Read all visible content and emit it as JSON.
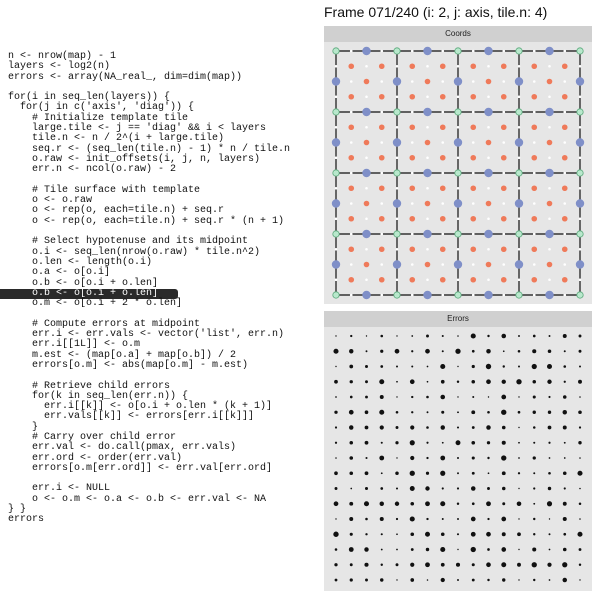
{
  "frame_title": "Frame 071/240 (i: 2, j: axis, tile.n: 4)",
  "code": {
    "highlight_index": 23,
    "lines": [
      "n <- nrow(map) - 1",
      "layers <- log2(n)",
      "errors <- array(NA_real_, dim=dim(map))",
      "",
      "for(i in seq_len(layers)) {",
      "  for(j in c('axis', 'diag')) {",
      "    # Initialize template tile",
      "    large.tile <- j == 'diag' && i < layers",
      "    tile.n <- n / 2^(i + large.tile)",
      "    seq.r <- (seq_len(tile.n) - 1) * n / tile.n",
      "    o.raw <- init_offsets(i, j, n, layers)",
      "    err.n <- ncol(o.raw) - 2",
      "",
      "    # Tile surface with template",
      "    o <- o.raw",
      "    o <- rep(o, each=tile.n) + seq.r",
      "    o <- rep(o, each=tile.n) + seq.r * (n + 1)",
      "",
      "    # Select hypotenuse and its midpoint",
      "    o.i <- seq_len(nrow(o.raw) * tile.n^2)",
      "    o.len <- length(o.i)",
      "    o.a <- o[o.i]",
      "    o.b <- o[o.i + o.len]",
      "    o.b <- o[o.i + o.len]",
      "    o.m <- o[o.i + 2 * o.len]",
      "",
      "    # Compute errors at midpoint",
      "    err.i <- err.vals <- vector('list', err.n)",
      "    err.i[[1L]] <- o.m",
      "    m.est <- (map[o.a] + map[o.b]) / 2",
      "    errors[o.m] <- abs(map[o.m] - m.est)",
      "",
      "    # Retrieve child errors",
      "    for(k in seq_len(err.n)) {",
      "      err.i[[k]] <- o[o.i + o.len * (k + 1)]",
      "      err.vals[[k]] <- errors[err.i[[k]]]",
      "    }",
      "    # Carry over child error",
      "    err.val <- do.call(pmax, err.vals)",
      "    err.ord <- order(err.val)",
      "    errors[o.m[err.ord]] <- err.val[err.ord]",
      "",
      "    err.i <- NULL",
      "    o <- o.m <- o.a <- o.b <- err.val <- NA",
      "} }",
      "errors"
    ]
  },
  "coords_panel": {
    "title": "Coords",
    "grid_n": 17,
    "cell_tiles": 4,
    "colors": {
      "background": "#e6e6e6",
      "lines": "#111111",
      "vertex": "#b8e8cc",
      "edge_point": "#7f8fc8",
      "interior_point": "#ef7a5a",
      "faint_point": "#ffffff"
    }
  },
  "errors_panel": {
    "title": "Errors",
    "grid_n": 17,
    "dot_color": "#111111"
  }
}
